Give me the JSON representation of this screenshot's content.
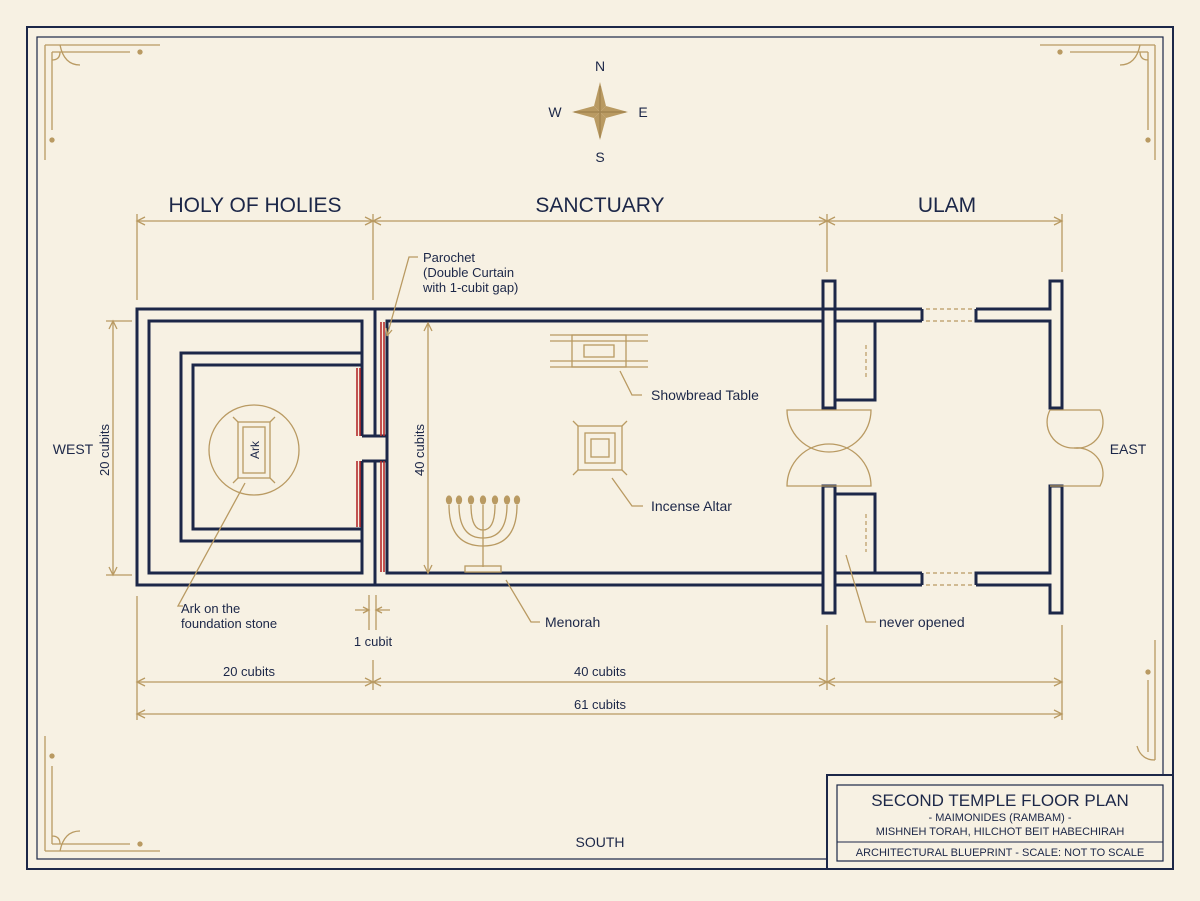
{
  "compass": {
    "north": "N",
    "south": "S",
    "east": "E",
    "west": "W"
  },
  "sections": {
    "holy_of_holies": "HOLY OF HOLIES",
    "sanctuary": "SANCTUARY",
    "ulam": "ULAM"
  },
  "sides": {
    "west": "WEST",
    "east": "EAST",
    "south": "SOUTH"
  },
  "labels": {
    "parochet_1": "Parochet",
    "parochet_2": "(Double Curtain",
    "parochet_3": "with 1-cubit gap)",
    "ark": "Ark",
    "ark_callout_1": "Ark on the",
    "ark_callout_2": "foundation stone",
    "showbread": "Showbread Table",
    "incense": "Incense Altar",
    "menorah": "Menorah",
    "never_opened": "never opened"
  },
  "dimensions": {
    "height_holy": "20 cubits",
    "height_sanctuary": "40 cubits",
    "gap": "1 cubit",
    "len_holy": "20 cubits",
    "len_sanctuary": "40 cubits",
    "len_total": "61 cubits"
  },
  "title_block": {
    "title": "SECOND TEMPLE FLOOR PLAN",
    "line1": "- MAIMONIDES (RAMBAM) -",
    "line2": "MISHNEH TORAH, HILCHOT BEIT HABECHIRAH",
    "footer": "ARCHITECTURAL BLUEPRINT - SCALE: NOT TO SCALE"
  },
  "colors": {
    "ink": "#1c2748",
    "gold": "#b99a62",
    "curtain": "#b52a2a",
    "paper": "#f7f1e3"
  }
}
